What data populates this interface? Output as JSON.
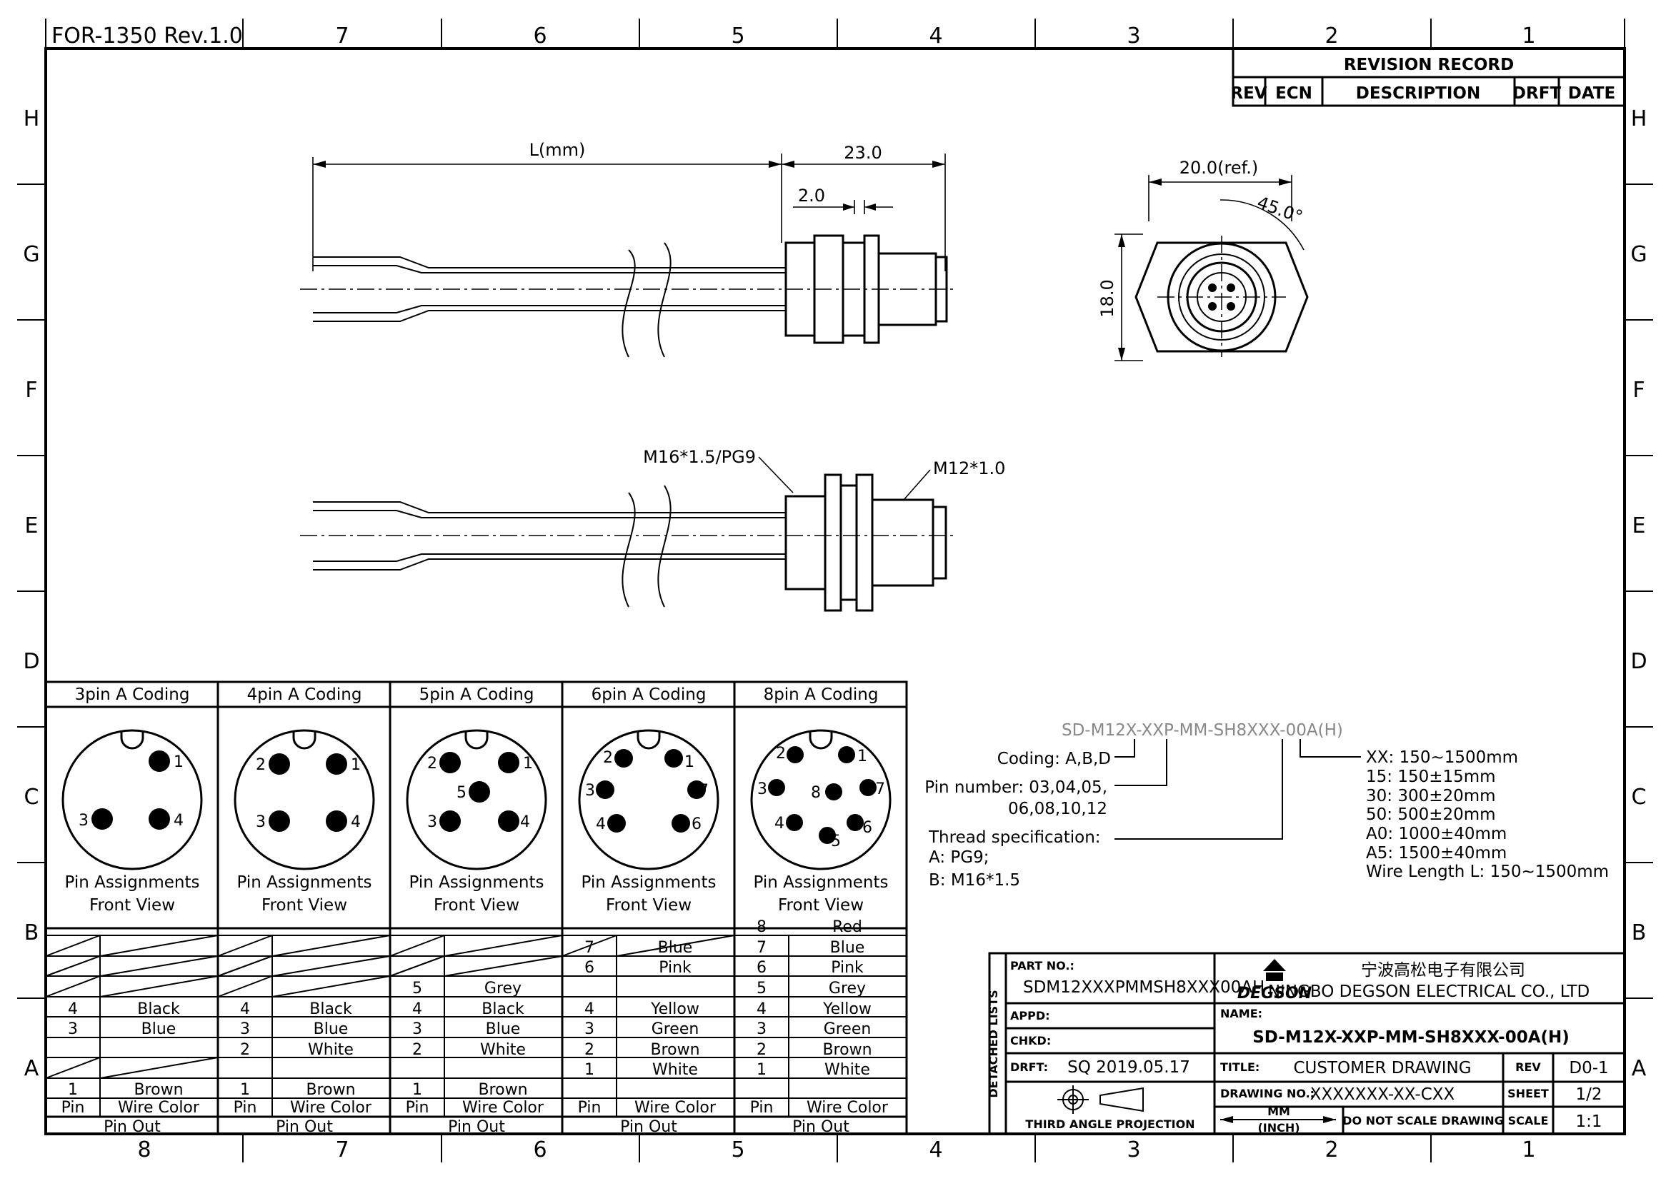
{
  "form_id": "FOR-1350 Rev.1.0",
  "zones": {
    "columns": [
      "8",
      "7",
      "6",
      "5",
      "4",
      "3",
      "2",
      "1"
    ],
    "rows": [
      "H",
      "G",
      "F",
      "E",
      "D",
      "C",
      "B",
      "A"
    ]
  },
  "revision_record": {
    "title": "REVISION RECORD",
    "headers": [
      "REV",
      "ECN",
      "DESCRIPTION",
      "DRFT",
      "DATE"
    ]
  },
  "dimensions": {
    "length": "L(mm)",
    "overall": "23.0",
    "flange": "2.0",
    "across_flats": "20.0(ref.)",
    "angle": "45.0°",
    "height": "18.0",
    "thread_rear": "M16*1.5/PG9",
    "thread_front": "M12*1.0"
  },
  "connectors": [
    {
      "title": "3pin  A  Coding",
      "caption1": "Pin  Assignments",
      "caption2": "Front  View",
      "pins": [
        {
          "label": "1"
        },
        {
          "label": "3"
        },
        {
          "label": "4"
        }
      ],
      "rows": [
        {
          "pin": "4",
          "color": "Black"
        },
        {
          "pin": "3",
          "color": "Blue"
        },
        {
          "pin": "1",
          "color": "Brown"
        }
      ]
    },
    {
      "title": "4pin  A  Coding",
      "caption1": "Pin  Assignments",
      "caption2": "Front  View",
      "pins": [
        {
          "label": "1"
        },
        {
          "label": "2"
        },
        {
          "label": "3"
        },
        {
          "label": "4"
        }
      ],
      "rows": [
        {
          "pin": "4",
          "color": "Black"
        },
        {
          "pin": "3",
          "color": "Blue"
        },
        {
          "pin": "2",
          "color": "White"
        },
        {
          "pin": "1",
          "color": "Brown"
        }
      ]
    },
    {
      "title": "5pin  A  Coding",
      "caption1": "Pin  Assignments",
      "caption2": "Front  View",
      "pins": [
        {
          "label": "1"
        },
        {
          "label": "2"
        },
        {
          "label": "3"
        },
        {
          "label": "4"
        },
        {
          "label": "5"
        }
      ],
      "rows": [
        {
          "pin": "5",
          "color": "Grey"
        },
        {
          "pin": "4",
          "color": "Black"
        },
        {
          "pin": "3",
          "color": "Blue"
        },
        {
          "pin": "2",
          "color": "White"
        },
        {
          "pin": "1",
          "color": "Brown"
        }
      ]
    },
    {
      "title": "6pin  A  Coding",
      "caption1": "Pin  Assignments",
      "caption2": "Front  View",
      "pins": [
        {
          "label": "1"
        },
        {
          "label": "2"
        },
        {
          "label": "3"
        },
        {
          "label": "4"
        },
        {
          "label": "6"
        },
        {
          "label": "7"
        }
      ],
      "rows": [
        {
          "pin": "7",
          "color": "Blue"
        },
        {
          "pin": "6",
          "color": "Pink"
        },
        {
          "pin": "4",
          "color": "Yellow"
        },
        {
          "pin": "3",
          "color": "Green"
        },
        {
          "pin": "2",
          "color": "Brown"
        },
        {
          "pin": "1",
          "color": "White"
        }
      ]
    },
    {
      "title": "8pin  A  Coding",
      "caption1": "Pin  Assignments",
      "caption2": "Front  View",
      "pins": [
        {
          "label": "1"
        },
        {
          "label": "2"
        },
        {
          "label": "3"
        },
        {
          "label": "4"
        },
        {
          "label": "5"
        },
        {
          "label": "6"
        },
        {
          "label": "7"
        },
        {
          "label": "8"
        }
      ],
      "rows": [
        {
          "pin": "8",
          "color": "Red"
        },
        {
          "pin": "7",
          "color": "Blue"
        },
        {
          "pin": "6",
          "color": "Pink"
        },
        {
          "pin": "5",
          "color": "Grey"
        },
        {
          "pin": "4",
          "color": "Yellow"
        },
        {
          "pin": "3",
          "color": "Green"
        },
        {
          "pin": "2",
          "color": "Brown"
        },
        {
          "pin": "1",
          "color": "White"
        }
      ]
    }
  ],
  "table_labels": {
    "pin": "Pin",
    "wire_color": "Wire  Color",
    "pin_out": "Pin  Out"
  },
  "part_number": {
    "code": "SD-M12X-XXP-MM-SH8XXX-00A(H)",
    "coding": "Coding: A,B,D",
    "pin_number_1": "Pin  number: 03,04,05,",
    "pin_number_2": "06,08,10,12",
    "thread_1": "Thread  specification:",
    "thread_2": "A: PG9;",
    "thread_3": "B: M16*1.5",
    "lengths": [
      "XX: 150~1500mm",
      "15: 150±15mm",
      "30: 300±20mm",
      "50: 500±20mm",
      "A0: 1000±40mm",
      "A5: 1500±40mm",
      "Wire  Length  L: 150~1500mm"
    ]
  },
  "title_block": {
    "part_no_label": "PART NO.:",
    "part_no": "SDM12XXXPMMSH8XXX00AH",
    "appd": "APPD:",
    "chkd": "CHKD:",
    "drft": "DRFT:",
    "drft_value": "SQ  2019.05.17",
    "side_label": "DETACHED LISTS",
    "projection": "THIRD ANGLE PROJECTION",
    "logo": "DEGSON",
    "company_cn": "宁波高松电子有限公司",
    "company_en": "NINGBO DEGSON ELECTRICAL CO., LTD",
    "name_label": "NAME:",
    "name": "SD-M12X-XXP-MM-SH8XXX-00A(H)",
    "title_label": "TITLE:",
    "title": "CUSTOMER  DRAWING",
    "rev_label": "REV",
    "rev": "D0-1",
    "drawing_no_label": "DRAWING NO.:",
    "drawing_no": "XXXXXXX-XX-CXX",
    "sheet_label": "SHEET",
    "sheet": "1/2",
    "mm": "MM",
    "inch": "(INCH)",
    "no_scale": "DO NOT SCALE DRAWING",
    "scale_label": "SCALE",
    "scale": "1:1"
  }
}
